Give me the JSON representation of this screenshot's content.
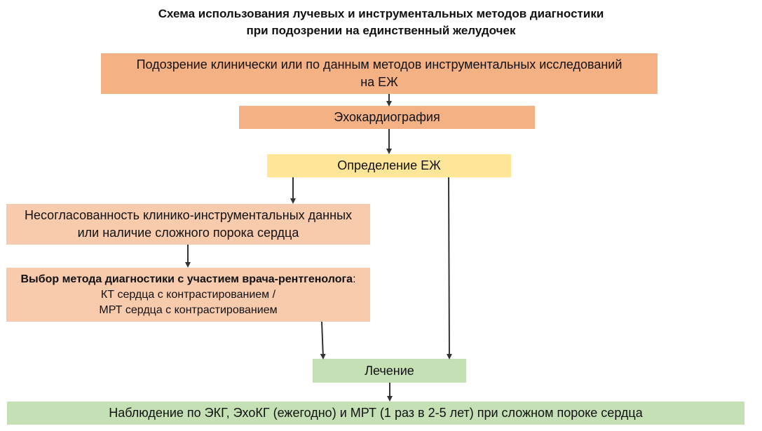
{
  "title": {
    "line1": "Схема использования лучевых и инструментальных методов диагностики",
    "line2": "при подозрении на единственный желудочек"
  },
  "nodes": {
    "suspicion": {
      "line1": "Подозрение клинически или по данным методов инструментальных исследований",
      "line2": "на ЕЖ"
    },
    "echo": {
      "text": "Эхокардиография"
    },
    "determination": {
      "text": "Определение ЕЖ"
    },
    "mismatch": {
      "line1": "Несогласованность клинико-инструментальных данных",
      "line2": "или наличие сложного порока сердца"
    },
    "method_choice": {
      "heading": "Выбор метода диагностики с участием врача-рентгенолога",
      "colon": ":",
      "line1": "КТ сердца с контрастированием /",
      "line2": "МРТ сердца с контрастированием"
    },
    "treatment": {
      "text": "Лечение"
    },
    "observation": {
      "text": "Наблюдение по ЭКГ, ЭхоКГ (ежегодно) и МРТ (1 раз в 2-5 лет) при сложном пороке сердца"
    }
  },
  "colors": {
    "orange": "#f4b183",
    "yellow": "#ffe699",
    "peach": "#f8cbad",
    "green": "#c5e0b4",
    "arrow": "#333333"
  }
}
